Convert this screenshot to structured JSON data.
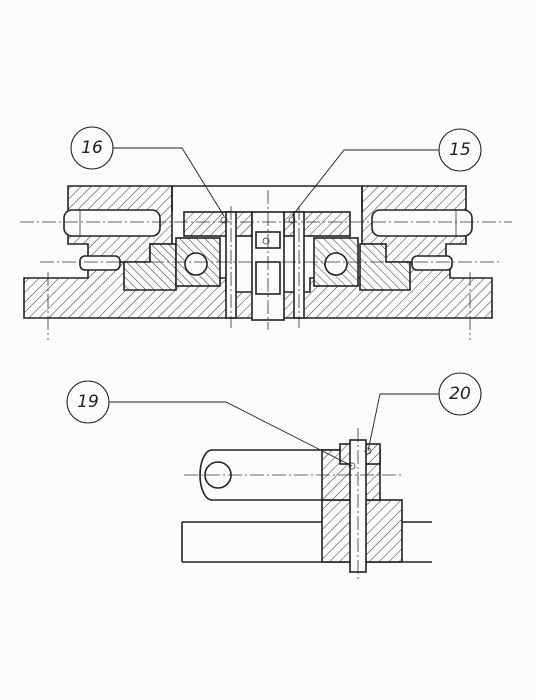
{
  "callouts": [
    {
      "id": "16",
      "label": "16"
    },
    {
      "id": "15",
      "label": "15"
    },
    {
      "id": "19",
      "label": "19"
    },
    {
      "id": "20",
      "label": "20"
    }
  ]
}
